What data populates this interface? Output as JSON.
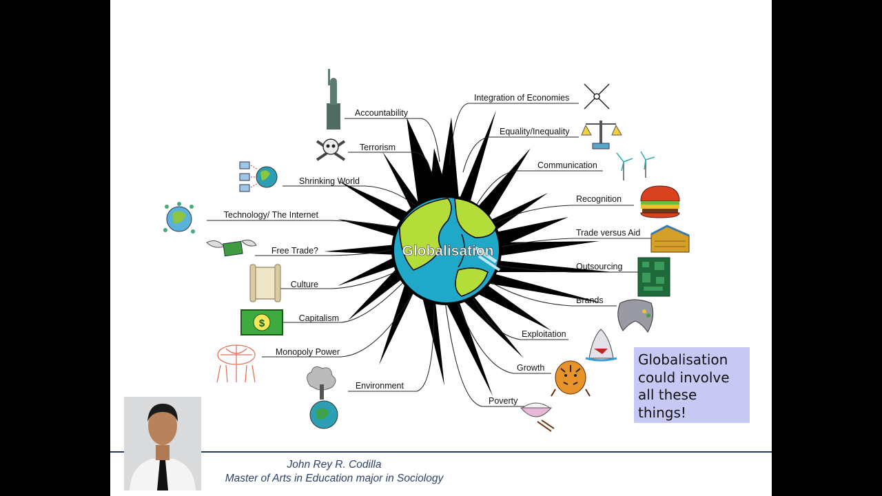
{
  "center": {
    "label": "Globalisation"
  },
  "left_topics": [
    {
      "label": "Accountability",
      "icon": "statue-of-liberty-icon"
    },
    {
      "label": "Terrorism",
      "icon": "skull-crossbones-icon"
    },
    {
      "label": "Shrinking World",
      "icon": "network-globe-icon"
    },
    {
      "label": "Technology/ The Internet",
      "icon": "globe-network-icon"
    },
    {
      "label": "Free Trade?",
      "icon": "flying-money-icon"
    },
    {
      "label": "Culture",
      "icon": "scroll-icon"
    },
    {
      "label": "Capitalism",
      "icon": "dollar-bill-icon"
    },
    {
      "label": "Monopoly Power",
      "icon": "people-holding-globe-icon"
    },
    {
      "label": "Environment",
      "icon": "polluted-earth-icon"
    }
  ],
  "right_topics": [
    {
      "label": "Integration of Economies",
      "icon": "compass-icon"
    },
    {
      "label": "Equality/Inequality",
      "icon": "scales-icon"
    },
    {
      "label": "Communication",
      "icon": "wind-turbines-icon"
    },
    {
      "label": "Recognition",
      "icon": "hamburger-icon"
    },
    {
      "label": "Trade versus Aid",
      "icon": "warehouse-icon"
    },
    {
      "label": "Outsourcing",
      "icon": "circuit-board-icon"
    },
    {
      "label": "Brands",
      "icon": "game-controller-icon"
    },
    {
      "label": "Exploitation",
      "icon": "shark-icon"
    },
    {
      "label": "Growth",
      "icon": "tiger-icon"
    },
    {
      "label": "Poverty",
      "icon": "rice-bowl-icon"
    }
  ],
  "note": {
    "text": "Globalisation could involve all these things!"
  },
  "presenter": {
    "name": "John Rey R. Codilla",
    "title": "Master of Arts in Education major in Sociology"
  },
  "colors": {
    "globe_land": "#b5dd3a",
    "globe_ocean": "#1fa8c8",
    "spike": "#000000",
    "note_bg": "#c8c8f5",
    "footer_line": "#1f3a5f"
  }
}
